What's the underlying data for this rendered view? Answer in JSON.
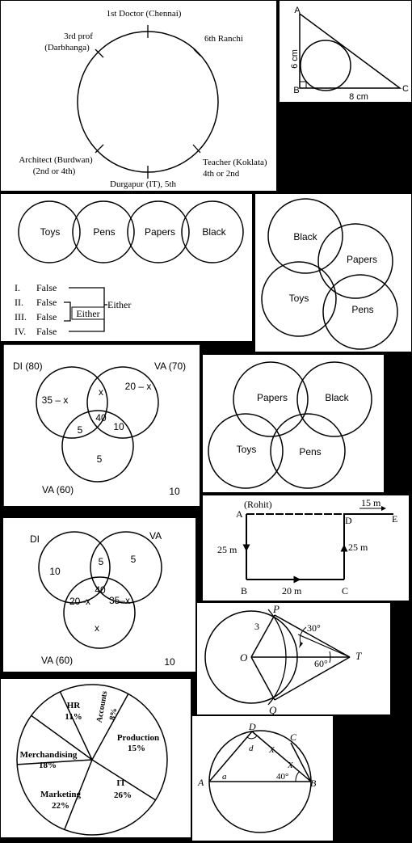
{
  "seating": {
    "top": "1st Doctor (Chennai)",
    "upper_left_1": "3rd prof",
    "upper_left_2": "(Darbhanga)",
    "upper_right": "6th Ranchi",
    "lower_left_1": "Architect (Burdwan)",
    "lower_left_2": "(2nd or 4th)",
    "lower_right_1": "Teacher (Koklata)",
    "lower_right_2": "4th or 2nd",
    "bottom": "Durgapur (IT), 5th"
  },
  "triangle": {
    "a": "A",
    "b": "B",
    "c": "C",
    "height": "6 cm",
    "base": "8 cm"
  },
  "venn_chain": {
    "circles": [
      "Toys",
      "Pens",
      "Papers",
      "Black"
    ],
    "statements": [
      "I.",
      "II.",
      "III.",
      "IV."
    ],
    "values": [
      "False",
      "False",
      "False",
      "False"
    ],
    "either_outer": "Either",
    "either_inner": "Either"
  },
  "venn_four_a": {
    "black": "Black",
    "papers": "Papers",
    "toys": "Toys",
    "pens": "Pens"
  },
  "venn_di_1": {
    "di": "DI (80)",
    "va_top": "VA (70)",
    "va_bottom": "VA (60)",
    "left_only": "35 – x",
    "top_overlap": "x",
    "right_only": "20 – x",
    "center": "40",
    "left_low": "5",
    "right_low": "10",
    "bottom_only": "5",
    "outside": "10"
  },
  "venn_four_b": {
    "papers": "Papers",
    "black": "Black",
    "toys": "Toys",
    "pens": "Pens"
  },
  "path": {
    "rohit": "(Rohit)",
    "a": "A",
    "d": "D",
    "e": "E",
    "b": "B",
    "c": "C",
    "de": "15 m",
    "ab": "25 m",
    "bc": "20 m",
    "cd": "25 m"
  },
  "venn_di_2": {
    "di": "DI",
    "va_top": "VA",
    "va_bottom": "VA (60)",
    "left_only": "10",
    "top_overlap": "5",
    "right_only": "5",
    "center": "40",
    "left_low": "20–x",
    "right_low": "35–x",
    "bottom_only": "x",
    "outside": "10"
  },
  "tangent": {
    "p": "P",
    "q": "Q",
    "o": "O",
    "t": "T",
    "radius": "3",
    "angle_top": "30°",
    "angle_bottom": "60°"
  },
  "pie": {
    "chart_data": {
      "type": "pie",
      "slices": [
        {
          "label": "HR",
          "value": 11
        },
        {
          "label": "Accounts",
          "value": 8
        },
        {
          "label": "Production",
          "value": 15
        },
        {
          "label": "IT",
          "value": 26
        },
        {
          "label": "Marketing",
          "value": 22
        },
        {
          "label": "Merchandising",
          "value": 18
        }
      ]
    },
    "labels": {
      "hr": "HR",
      "hr_pct": "11%",
      "accounts": "Accounts",
      "accounts_pct": "8%",
      "production": "Production",
      "production_pct": "15%",
      "it": "IT",
      "it_pct": "26%",
      "marketing": "Marketing",
      "marketing_pct": "22%",
      "merch": "Merchandising",
      "merch_pct": "18%"
    }
  },
  "cyclic": {
    "d": "D",
    "c": "C",
    "a": "A",
    "b": "B",
    "small_d": "d",
    "x1": "X",
    "x2": "X",
    "small_a": "a",
    "angle": "40°"
  }
}
